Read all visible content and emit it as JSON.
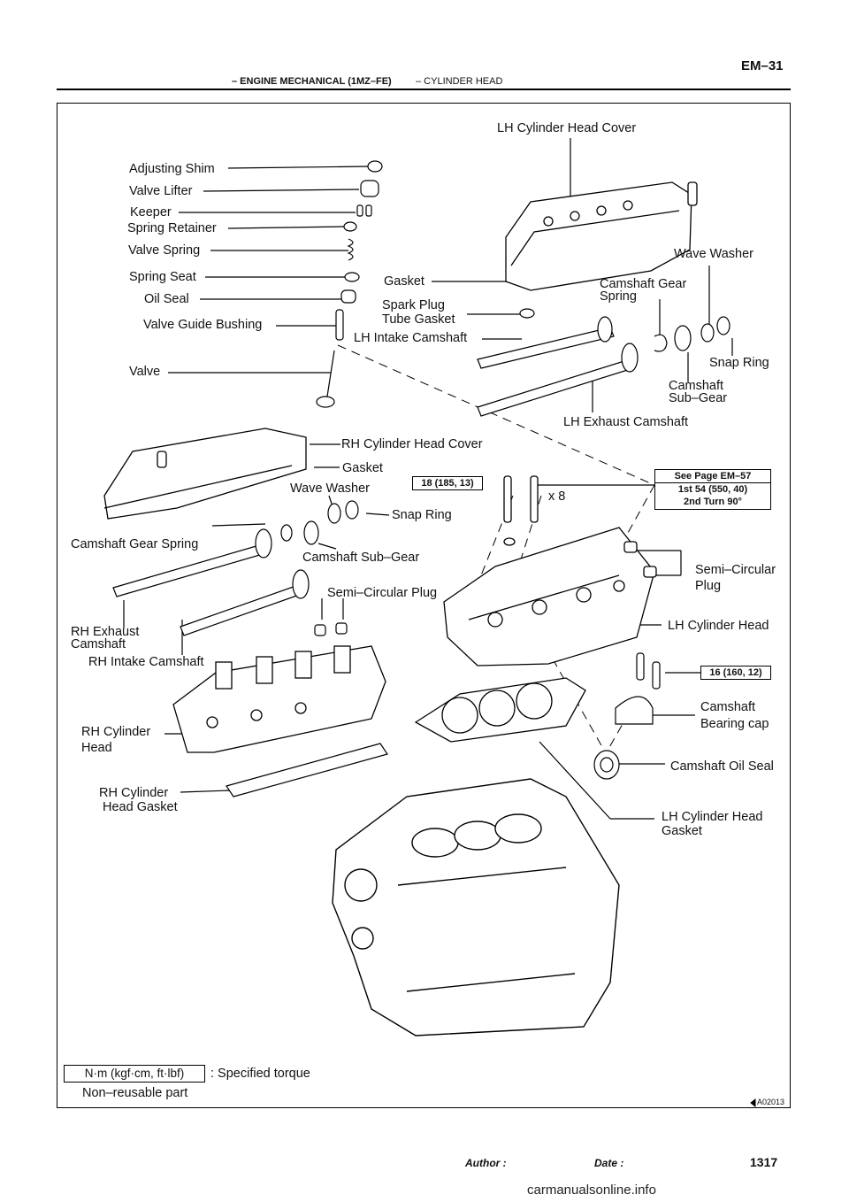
{
  "header": {
    "title": "– ENGINE MECHANICAL (1MZ–FE)",
    "subtitle": "–   CYLINDER HEAD",
    "page_code": "EM–31"
  },
  "labels": {
    "lh_cylinder_head_cover": "LH Cylinder Head Cover",
    "adjusting_shim": "Adjusting Shim",
    "valve_lifter": "Valve Lifter",
    "keeper": "Keeper",
    "spring_retainer": "Spring Retainer",
    "valve_spring": "Valve Spring",
    "spring_seat": "Spring Seat",
    "oil_seal": "Oil Seal",
    "valve_guide_bushing": "Valve Guide Bushing",
    "valve": "Valve",
    "gasket_lh": "Gasket",
    "spark_plug_1": "Spark Plug",
    "spark_plug_2": "Tube Gasket",
    "lh_intake_camshaft": "LH Intake Camshaft",
    "wave_washer_lh": "Wave Washer",
    "camshaft_gear_spring_lh_1": "Camshaft Gear",
    "camshaft_gear_spring_lh_2": "Spring",
    "snap_ring_lh": "Snap Ring",
    "camshaft_subgear_lh_1": "Camshaft",
    "camshaft_subgear_lh_2": "Sub–Gear",
    "lh_exhaust_camshaft": "LH Exhaust Camshaft",
    "rh_cylinder_head_cover": "RH Cylinder Head Cover",
    "gasket_rh": "Gasket",
    "wave_washer_rh": "Wave Washer",
    "snap_ring_rh": "Snap Ring",
    "camshaft_gear_spring_rh": "Camshaft Gear Spring",
    "camshaft_subgear_rh": "Camshaft Sub–Gear",
    "semi_circular_plug_rh": "Semi–Circular Plug",
    "semi_circular_plug_lh_1": "Semi–Circular",
    "semi_circular_plug_lh_2": "Plug",
    "rh_exhaust_camshaft_1": "RH Exhaust",
    "rh_exhaust_camshaft_2": "Camshaft",
    "rh_intake_camshaft": "RH Intake Camshaft",
    "lh_cylinder_head": "LH Cylinder Head",
    "camshaft_bearing_cap_1": "Camshaft",
    "camshaft_bearing_cap_2": "Bearing cap",
    "rh_cylinder_head_1": "RH Cylinder",
    "rh_cylinder_head_2": "Head",
    "camshaft_oil_seal": "Camshaft Oil Seal",
    "rh_cylinder_head_gasket_1": "RH Cylinder",
    "rh_cylinder_head_gasket_2": "Head Gasket",
    "lh_cylinder_head_gasket_1": "LH Cylinder Head",
    "lh_cylinder_head_gasket_2": "Gasket",
    "x8": "x 8"
  },
  "torque": {
    "cover_bolt": "18 (185, 13)",
    "see_page": "See Page EM–57",
    "first": "1st 54 (550, 40)",
    "second": "2nd Turn 90°",
    "cap_bolt": "16 (160, 12)"
  },
  "legend": {
    "unit_box": "N·m (kgf·cm, ft·lbf)",
    "unit_desc": ": Specified torque",
    "nonreusable": "Non–reusable part"
  },
  "figure_code": "A02013",
  "footer": {
    "author": "Author :",
    "date": "Date :",
    "page_number": "1317"
  },
  "watermark": "carmanualsonline.info"
}
